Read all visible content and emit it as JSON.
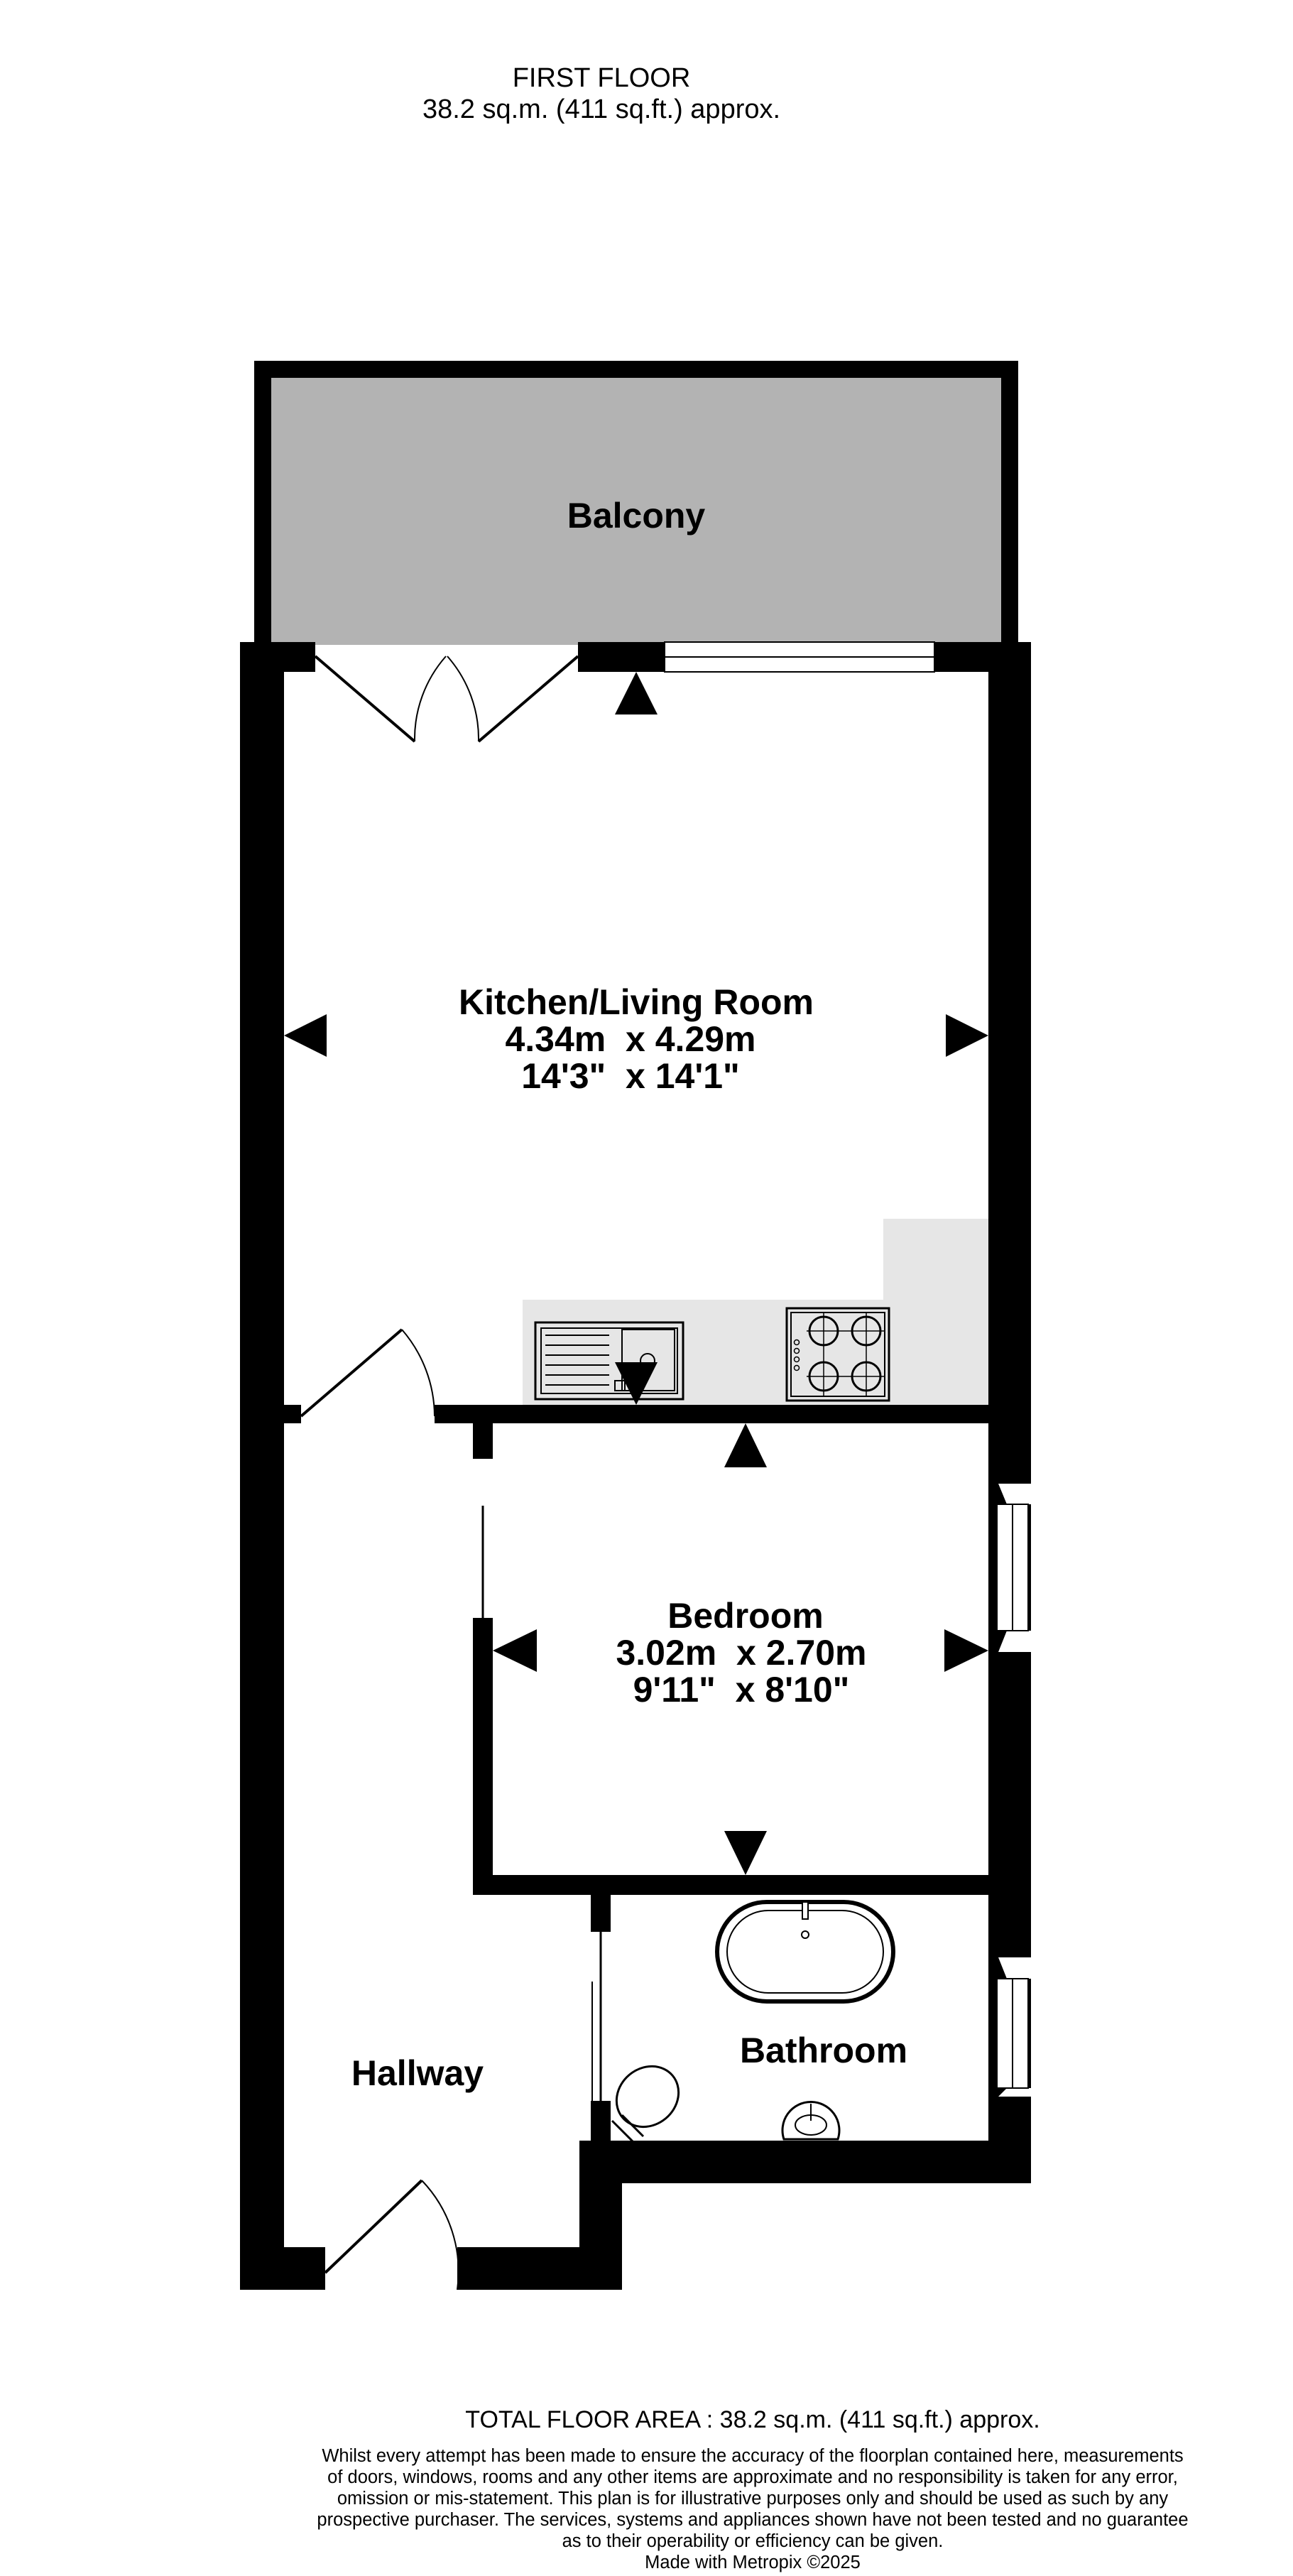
{
  "header": {
    "floor": "FIRST FLOOR",
    "area": "38.2 sq.m. (411 sq.ft.) approx."
  },
  "rooms": {
    "balcony": {
      "name": "Balcony"
    },
    "kitchen": {
      "name": "Kitchen/Living Room",
      "metric": "4.34m  x 4.29m",
      "imperial": "14'3\"  x 14'1\""
    },
    "bedroom": {
      "name": "Bedroom",
      "metric": "3.02m  x 2.70m",
      "imperial": "9'11\"  x 8'10\""
    },
    "bathroom": {
      "name": "Bathroom"
    },
    "hallway": {
      "name": "Hallway"
    }
  },
  "footer": {
    "total": "TOTAL FLOOR AREA : 38.2 sq.m. (411 sq.ft.) approx.",
    "disclaimer": "Whilst every attempt has been made to ensure the accuracy of the floorplan contained here, measurements of doors, windows, rooms and any other items are approximate and no responsibility is taken for any error, omission or mis-statement. This plan is for illustrative purposes only and should be used as such by any prospective purchaser. The services, systems and appliances shown have not been tested and no guarantee as to their operability or efficiency can be given.",
    "credit": "Made with Metropix ©2025"
  },
  "colors": {
    "wall": "#000000",
    "balcony_fill": "#b3b3b3",
    "worktop_fill": "#e6e6e6"
  }
}
